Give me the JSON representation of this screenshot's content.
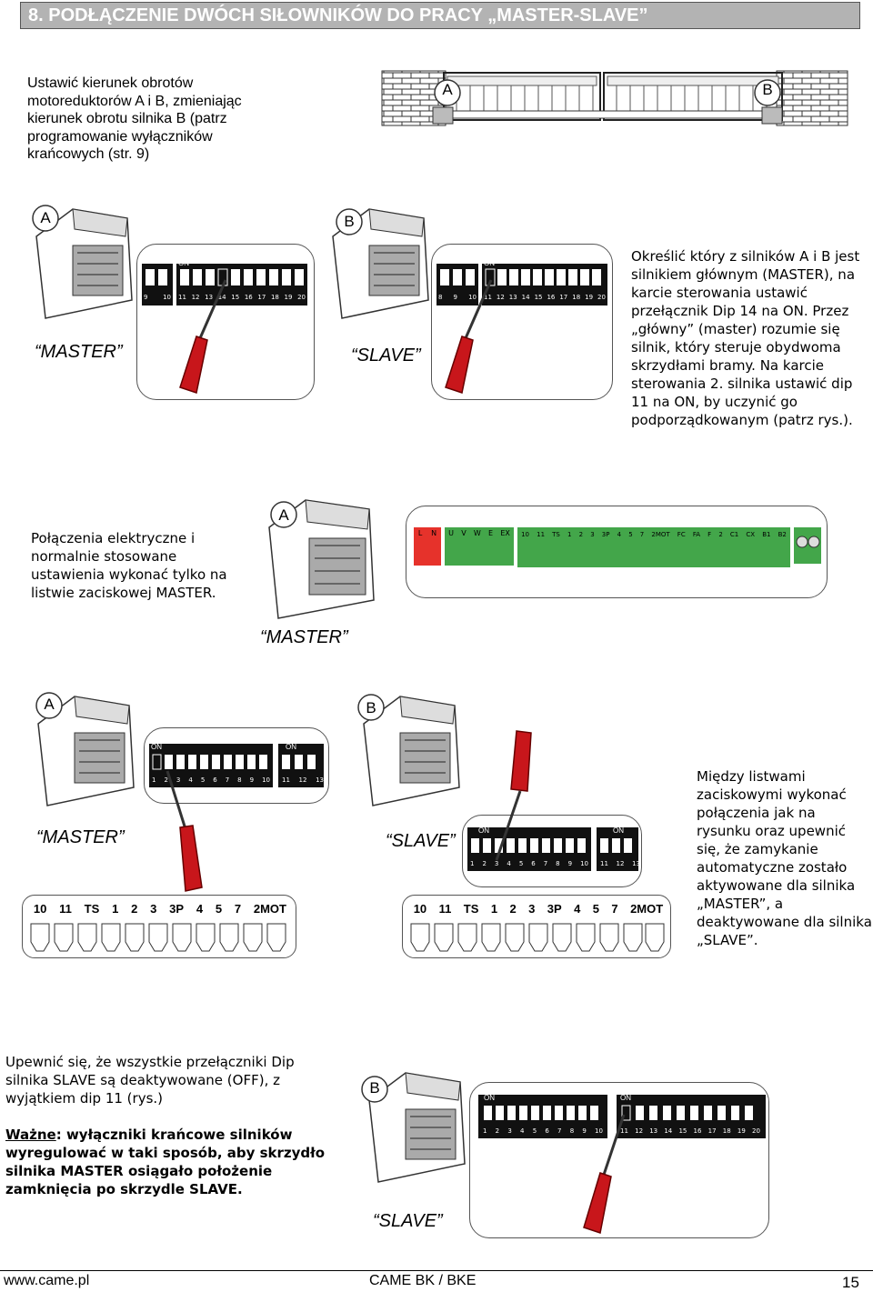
{
  "header": {
    "title": "8.  PODŁĄCZENIE DWÓCH SIŁOWNIKÓW DO PRACY  „MASTER-SLAVE”"
  },
  "sections": {
    "s1_text": "Ustawić  kierunek obrotów motoreduktorów A i B, zmieniając kierunek obrotu silnika B (patrz programowanie wyłączników krańcowych (str. 9)",
    "s2_text": "Określić który z silników A i B jest silnikiem głównym (MASTER), na karcie sterowania ustawić przełącznik Dip 14 na ON. Przez „główny” (master) rozumie się silnik, który steruje obydwoma skrzydłami bramy. Na karcie sterowania 2. silnika ustawić dip 11 na ON, by uczynić go podporządkowanym (patrz rys.).",
    "s3_text": "Połączenia elektryczne i normalnie stosowane ustawienia wykonać tylko na listwie zaciskowej MASTER.",
    "s4_text": "Między listwami zaciskowymi wykonać połączenia jak na rysunku oraz upewnić się, że zamykanie automatyczne zostało aktywowane dla silnika „MASTER”, a deaktywowane dla silnika „SLAVE”.",
    "s5_text": "Upewnić się, że wszystkie przełączniki Dip silnika SLAVE są deaktywowane (OFF), z wyjątkiem dip 11 (rys.)",
    "s5_important_label": "Ważne",
    "s5_important_text": ": wyłączniki krańcowe silników wyregulować w taki sposób, aby skrzydło silnika MASTER osiągało położenie zamknięcia po skrzydle SLAVE."
  },
  "labels": {
    "a": "A",
    "b": "B",
    "master": "“MASTER”",
    "slave": "“SLAVE”",
    "on": "ON"
  },
  "dip": {
    "row1_small": [
      "9",
      "10"
    ],
    "row1_large": [
      "11",
      "12",
      "13",
      "14",
      "15",
      "16",
      "17",
      "18",
      "19",
      "20"
    ],
    "row1_small_b": [
      "8",
      "9",
      "10"
    ],
    "row1_large_b": [
      "11",
      "12",
      "13",
      "14",
      "15",
      "16",
      "17",
      "18",
      "19",
      "20"
    ],
    "row4_large": [
      "1",
      "2",
      "3",
      "4",
      "5",
      "6",
      "7",
      "8",
      "9",
      "10"
    ],
    "row4_small": [
      "11",
      "12",
      "13"
    ]
  },
  "terminal": {
    "red": [
      "L",
      "N"
    ],
    "green1": [
      "U",
      "V",
      "W",
      "E",
      "EX"
    ],
    "green2": [
      "10",
      "11",
      "TS",
      "1",
      "2",
      "3",
      "3P",
      "4",
      "5",
      "7",
      "2MOT",
      "FC",
      "FA",
      "F",
      "2",
      "C1",
      "CX",
      "B1",
      "B2"
    ],
    "strip": [
      "10",
      "11",
      "TS",
      "1",
      "2",
      "3",
      "3P",
      "4",
      "5",
      "7",
      "2MOT"
    ]
  },
  "colors": {
    "terminal_green": "#43a64a",
    "terminal_red": "#e6322b",
    "screwdriver_red": "#c8161b",
    "header_bg": "#b3b3b3"
  },
  "footer": {
    "url": "www.came.pl",
    "product": "CAME BK / BKE",
    "page": "15"
  }
}
